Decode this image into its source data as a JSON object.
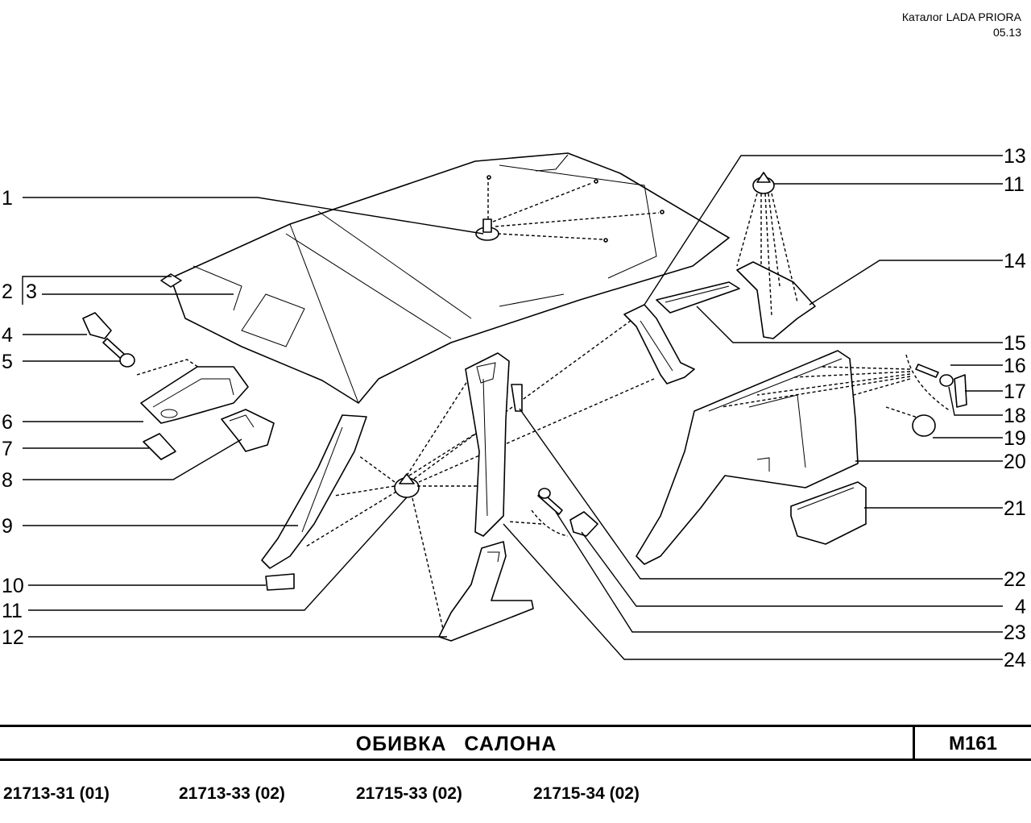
{
  "header": {
    "catalog": "Каталог LADA PRIORA",
    "date": "05.13"
  },
  "footer": {
    "title": "ОБИВКА САЛОНА",
    "code": "М161",
    "models": [
      "21713-31 (01)",
      "21713-33 (02)",
      "21715-33 (02)",
      "21715-34 (02)"
    ]
  },
  "callouts": {
    "left": [
      "1",
      "2",
      "3",
      "4",
      "5",
      "6",
      "7",
      "8",
      "9",
      "10",
      "11",
      "12"
    ],
    "right": [
      "13",
      "11",
      "14",
      "15",
      "16",
      "17",
      "18",
      "19",
      "20",
      "21",
      "22",
      "4",
      "23",
      "24"
    ]
  }
}
